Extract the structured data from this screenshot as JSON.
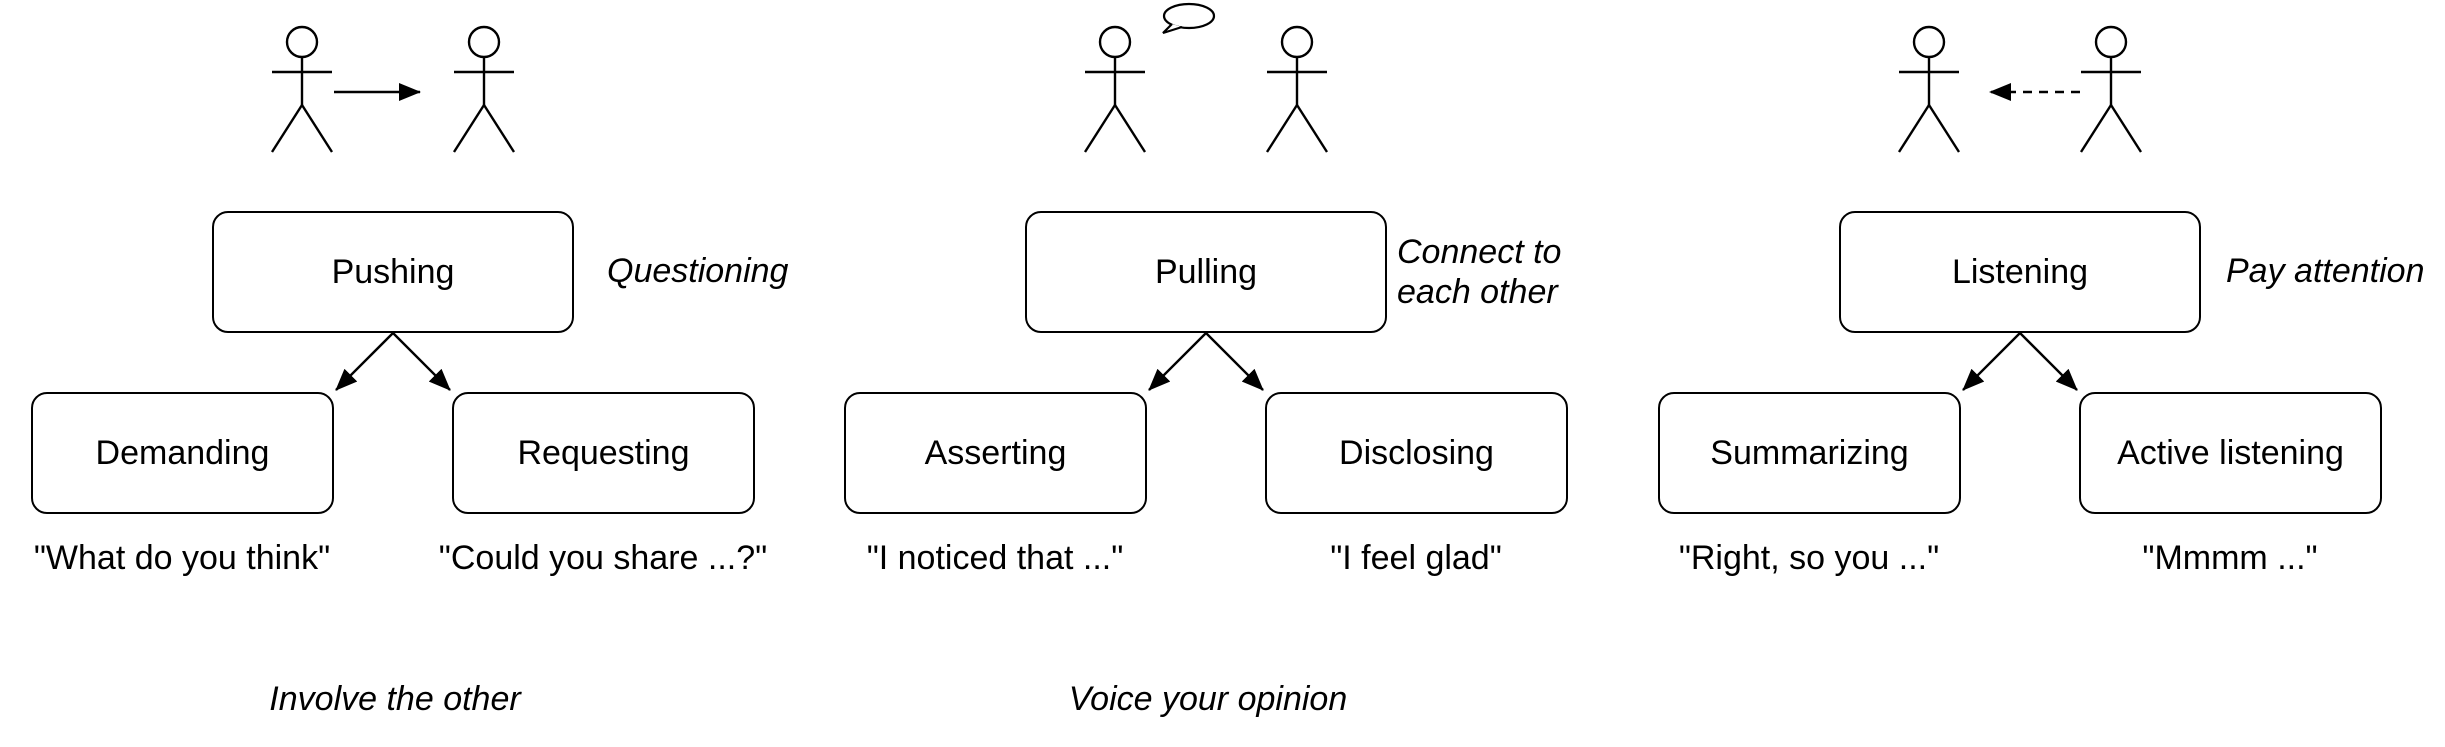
{
  "columns": [
    {
      "main": "Pushing",
      "note": "Questioning",
      "left_child": "Demanding",
      "right_child": "Requesting",
      "left_quote": "\"What do you think\"",
      "right_quote": "\"Could you share ...?\"",
      "caption": "Involve the other",
      "icon": "arrow-right-icon"
    },
    {
      "main": "Pulling",
      "note_line1": "Connect to",
      "note_line2": "each other",
      "left_child": "Asserting",
      "right_child": "Disclosing",
      "left_quote": "\"I noticed that ...\"",
      "right_quote": "\"I feel glad\"",
      "caption": "Voice your opinion",
      "icon": "speech-bubble-icon"
    },
    {
      "main": "Listening",
      "note": "Pay attention",
      "left_child": "Summarizing",
      "right_child": "Active listening",
      "left_quote": "\"Right, so you ...\"",
      "right_quote": "\"Mmmm ...\"",
      "caption": "",
      "icon": "dashed-arrow-left-icon"
    }
  ]
}
